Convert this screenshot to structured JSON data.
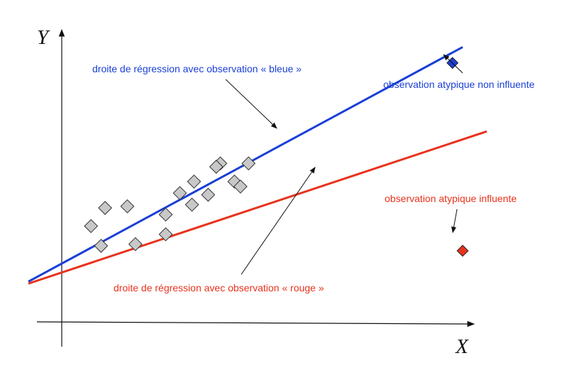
{
  "colors": {
    "blue": "#1a3fd6",
    "red": "#e8321c",
    "gray_point": "#c8c8c8",
    "axis": "#111111"
  },
  "axes": {
    "x_label": "X",
    "y_label": "Y"
  },
  "labels": {
    "blue_line": "droite de régression avec observation « bleue »",
    "red_line": "droite de régression avec observation « rouge »",
    "blue_point": "observation atypique non influente",
    "red_point": "observation atypique influente"
  },
  "chart_data": {
    "type": "scatter",
    "title": "",
    "xlabel": "X",
    "ylabel": "Y",
    "grid": false,
    "series": [
      {
        "name": "",
        "color": "gray",
        "marker": "diamond",
        "points": [
          [
            1.5,
            5.6
          ],
          [
            2.2,
            6.7
          ],
          [
            3.3,
            6.8
          ],
          [
            2.0,
            4.4
          ],
          [
            3.7,
            4.5
          ],
          [
            5.2,
            6.3
          ],
          [
            5.2,
            5.1
          ],
          [
            5.9,
            7.6
          ],
          [
            6.6,
            8.3
          ],
          [
            6.5,
            6.9
          ],
          [
            7.9,
            9.4
          ],
          [
            7.3,
            7.5
          ],
          [
            7.7,
            9.2
          ],
          [
            8.6,
            8.3
          ],
          [
            8.9,
            8.0
          ],
          [
            9.3,
            9.4
          ]
        ]
      },
      {
        "name": "observation atypique non influente",
        "color": "blue",
        "marker": "diamond",
        "points": [
          [
            19.4,
            15.5
          ]
        ]
      },
      {
        "name": "observation atypique influente",
        "color": "red",
        "marker": "diamond",
        "points": [
          [
            19.9,
            4.1
          ]
        ]
      }
    ],
    "lines": [
      {
        "name": "droite de régression avec observation « bleue »",
        "color": "blue",
        "intercept": 3.29,
        "slope": 0.662,
        "x_range": [
          -1.6,
          19.9
        ]
      },
      {
        "name": "droite de régression avec observation « rouge »",
        "color": "red",
        "intercept": 2.76,
        "slope": 0.407,
        "x_range": [
          -1.6,
          21.1
        ]
      }
    ],
    "xlim": [
      -1.6,
      21.1
    ],
    "ylim": [
      -0.3,
      18.2
    ]
  }
}
